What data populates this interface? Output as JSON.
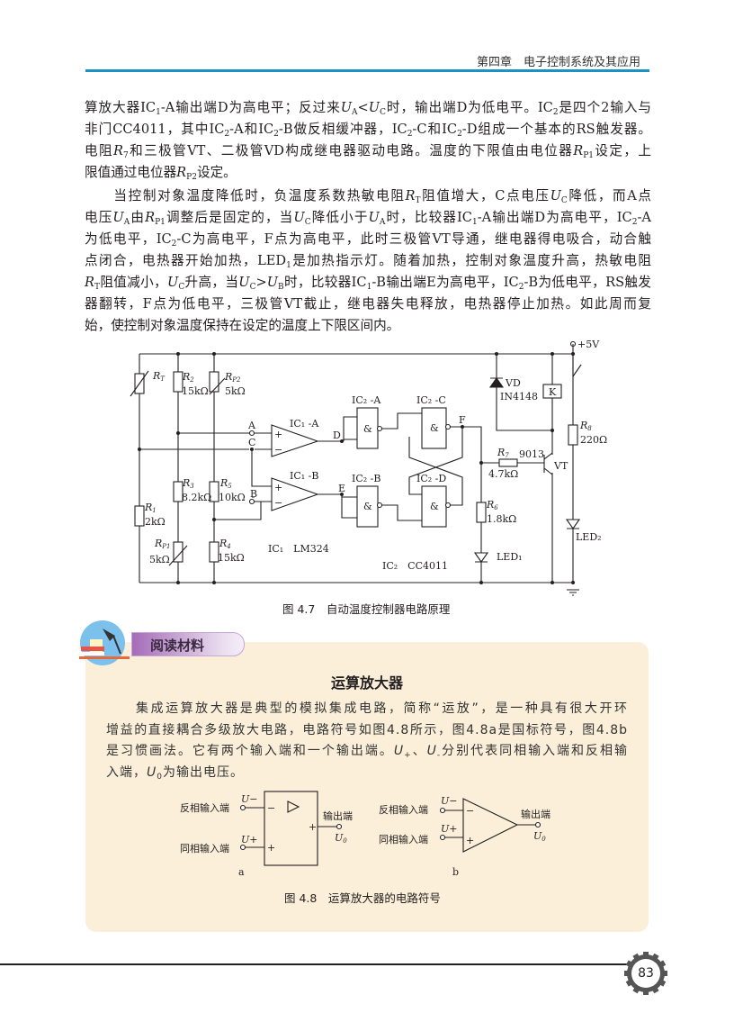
{
  "header": {
    "chapter": "第四章　电子控制系统及其应用"
  },
  "body": {
    "paragraph1": [
      "算放大器IC_{1}-A输出端D为高电平；反过来*U*_{A}<*U*_{C}时，输出端D为低电平。IC_{2}是四个2输入与",
      "非门CC4011，其中IC_{2}-A和IC_{2}-B做反相缓冲器，IC_{2}-C和IC_{2}-D组成一个基本的RS触发器。",
      "电阻*R*_{7}和三极管VT、二极管VD构成继电器驱动电路。温度的下限值由电位器*R*_{P1}设定，上",
      "限值通过电位器*R*_{P2}设定。"
    ],
    "paragraph2": [
      "　　当控制对象温度降低时，负温度系数热敏电阻*R*_{T}阻值增大，C点电压*U*_{C}降低，而A点",
      "电压*U*_{A}由*R*_{P1}调整后是固定的，当*U*_{C}降低小于*U*_{A}时，比较器IC_{1}-A输出端D为高电平，IC_{2}-A",
      "为低电平，IC_{2}-C为高电平，F点为高电平，此时三极管VT导通，继电器得电吸合，动合触",
      "点闭合，电热器开始加热，LED_{1}是加热指示灯。随着加热，控制对象温度升高，热敏电阻",
      "*R*_{T}阻值减小，*U*_{C}升高，当*U*_{C}>*U*_{B}时，比较器IC_{1}-B输出端E为高电平，IC_{2}-B为低电平，RS触发",
      "器翻转，F点为低电平，三极管VT截止，继电器失电释放，电热器停止加热。如此周而复",
      "始，使控制对象温度保持在设定的温度上下限区间内。"
    ]
  },
  "figure47": {
    "caption": "图 4.7　自动温度控制器电路原理",
    "labels": {
      "rt": "R",
      "rt_sub": "T",
      "r2": "R",
      "r2_sub": "2",
      "r2_val": "15kΩ",
      "rp2": "R",
      "rp2_sub": "P2",
      "rp2_val": "5kΩ",
      "r3": "R",
      "r3_sub": "3",
      "r3_val": "8.2kΩ",
      "r5": "R",
      "r5_sub": "5",
      "r5_val": "10kΩ",
      "r1": "R",
      "r1_sub": "1",
      "r1_val": "2kΩ",
      "rp1": "R",
      "rp1_sub": "P1",
      "rp1_val": "5kΩ",
      "r4": "R",
      "r4_sub": "4",
      "r4_val": "15kΩ",
      "r6": "R",
      "r6_sub": "6",
      "r6_val": "1.8kΩ",
      "r7": "R",
      "r7_sub": "7",
      "r7_val": "4.7kΩ",
      "r8": "R",
      "r8_sub": "8",
      "r8_val": "220Ω",
      "node_a": "A",
      "node_c": "C",
      "node_b": "B",
      "node_d": "D",
      "node_e": "E",
      "node_f": "F",
      "ic1a": "IC₁ -A",
      "ic1b": "IC₁ -B",
      "ic2a": "IC₂ -A",
      "ic2b": "IC₂ -B",
      "ic2c": "IC₂ -C",
      "ic2d": "IC₂ -D",
      "and": "&",
      "ic1": "IC₁　LM324",
      "ic2": "IC₂　CC4011",
      "vd": "VD",
      "vd_part": "IN4148",
      "relay": "K",
      "transistor": "9013",
      "vt": "VT",
      "led1": "LED₁",
      "led2": "LED₂",
      "supply": "+5V",
      "plus": "+",
      "minus": "−"
    }
  },
  "reading": {
    "badge": "阅读材料",
    "title": "运算放大器",
    "lines": [
      "　　集成运算放大器是典型的模拟集成电路，简称“运放”，是一种具有很大开环",
      "增益的直接耦合多级放大电路，电路符号如图4.8所示，图4.8a是国标符号，图4.8b",
      "是习惯画法。它有两个输入端和一个输出端。*U*_{+}、*U*_{-}分别代表同相输入端和反相输",
      "入端，*U*_{0}为输出电压。"
    ],
    "figure48": {
      "inv_input": "反相输入端",
      "noninv_input": "同相输入端",
      "output": "输出端",
      "u_minus": "U−",
      "u_plus": "U+",
      "u_out": "U",
      "u_out_sub": "0",
      "sub_a": "a",
      "sub_b": "b",
      "caption": "图 4.8　运算放大器的电路符号"
    }
  },
  "footer": {
    "page_number": "83"
  },
  "colors": {
    "accent": "#1a93c3",
    "reading_bg": "#fbefd9",
    "badge": "#a46cb8"
  }
}
